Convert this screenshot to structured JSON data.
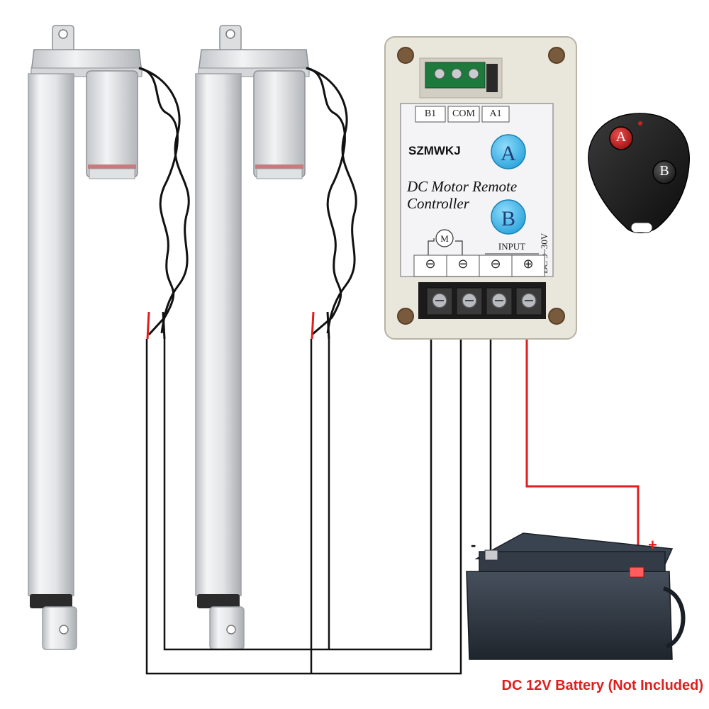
{
  "controller": {
    "brand": "SZMWKJ",
    "title_line1": "DC Motor Remote",
    "title_line2": "Controller",
    "button_a": "A",
    "button_b": "B",
    "terminal_labels": [
      "B1",
      "COM",
      "A1"
    ],
    "motor_symbol": "M",
    "input_label": "INPUT",
    "voltage_label": "DC 9~30V",
    "terminal_symbols": [
      "⊖",
      "⊖",
      "⊖",
      "⊕"
    ]
  },
  "remote": {
    "button_a": "A",
    "button_b": "B"
  },
  "battery": {
    "negative_label": "-",
    "positive_label": "+",
    "caption": "DC 12V Battery (Not Included)"
  },
  "colors": {
    "wire_black": "#111111",
    "wire_red": "#e01e1e",
    "caption_red": "#e01e1e",
    "button_blue": "#3fb5e8",
    "battery_body": "#2c3440",
    "actuator_silver": "#e4e6e8"
  },
  "icons": [
    "actuator-icon",
    "remote-fob-icon",
    "battery-icon",
    "motor-symbol-icon"
  ]
}
